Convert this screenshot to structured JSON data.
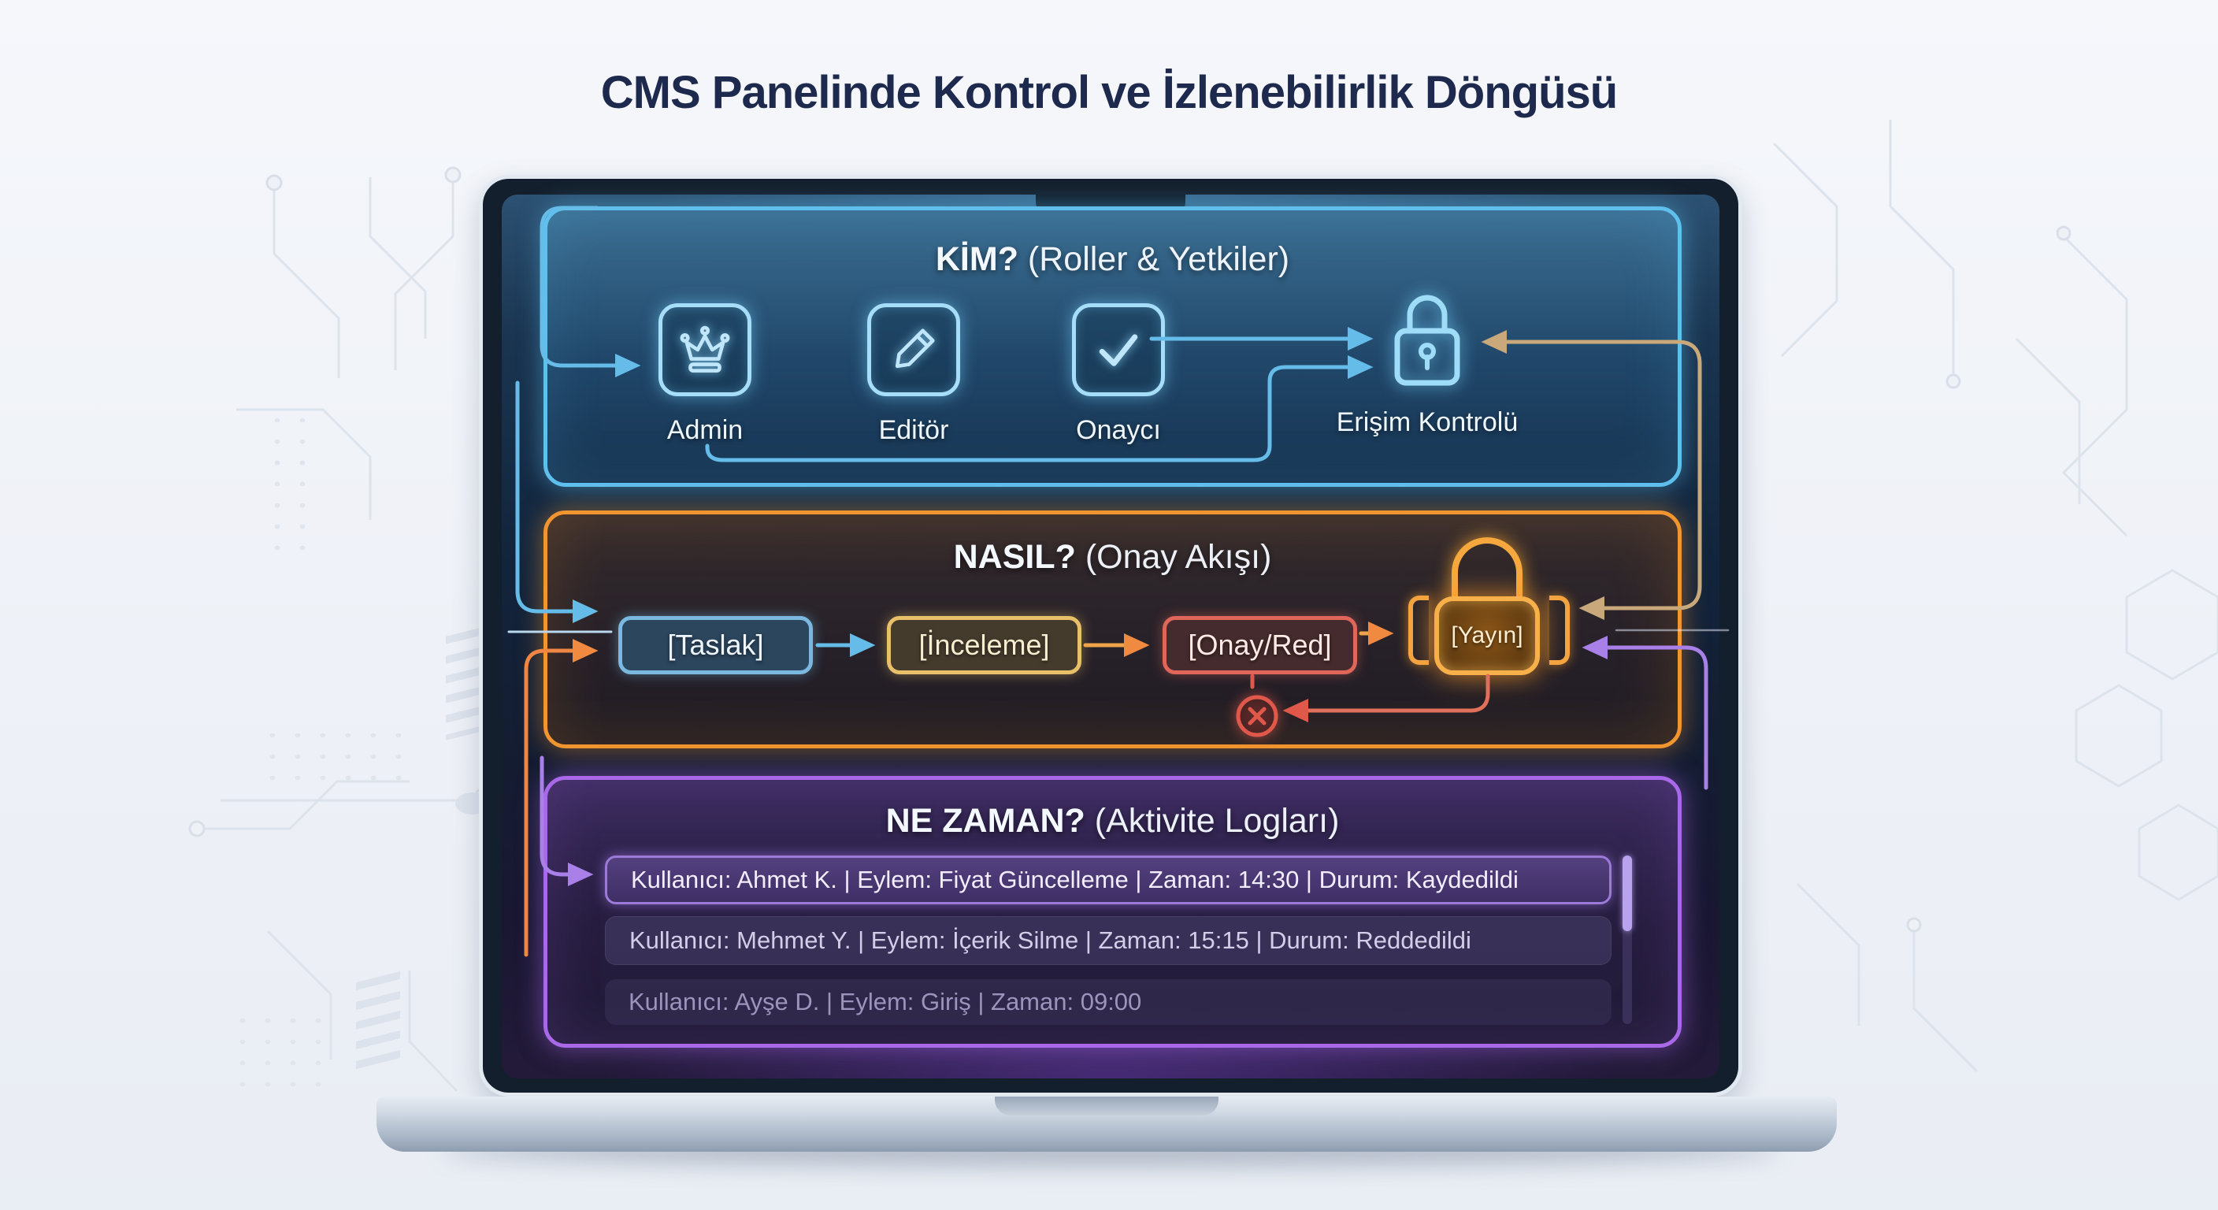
{
  "title": "CMS Panelinde Kontrol ve İzlenebilirlik Döngüsü",
  "colors": {
    "title_color": "#1d2a4d",
    "accent_blue": "#5fc0ee",
    "accent_orange": "#f0952f",
    "accent_purple": "#a868e8",
    "accent_red": "#e0584a",
    "accent_tan": "#c9a87c"
  },
  "sections": {
    "kim": {
      "heading_bold": "KİM?",
      "heading_rest": " (Roller & Yetkiler)",
      "roles": [
        {
          "label": "Admin",
          "icon": "crown-icon"
        },
        {
          "label": "Editör",
          "icon": "pencil-icon"
        },
        {
          "label": "Onaycı",
          "icon": "check-icon"
        }
      ],
      "access": {
        "label": "Erişim Kontrolü",
        "icon": "lock-icon"
      }
    },
    "nasil": {
      "heading_bold": "NASIL?",
      "heading_rest": " (Onay Akışı)",
      "steps": [
        {
          "label": "[Taslak]"
        },
        {
          "label": "[İnceleme]"
        },
        {
          "label": "[Onay/Red]"
        },
        {
          "label": "[Yayın]",
          "icon": "padlock-icon"
        }
      ],
      "reject_icon": "x-circle-icon"
    },
    "nezaman": {
      "heading_bold": "NE ZAMAN?",
      "heading_rest": " (Aktivite Logları)",
      "logs": [
        {
          "text": "Kullanıcı: Ahmet K. | Eylem: Fiyat Güncelleme | Zaman: 14:30 | Durum: Kaydedildi"
        },
        {
          "text": "Kullanıcı: Mehmet Y. | Eylem: İçerik Silme | Zaman: 15:15 | Durum: Reddedildi"
        },
        {
          "text": "Kullanıcı: Ayşe D. | Eylem: Giriş | Zaman: 09:00"
        }
      ]
    }
  }
}
